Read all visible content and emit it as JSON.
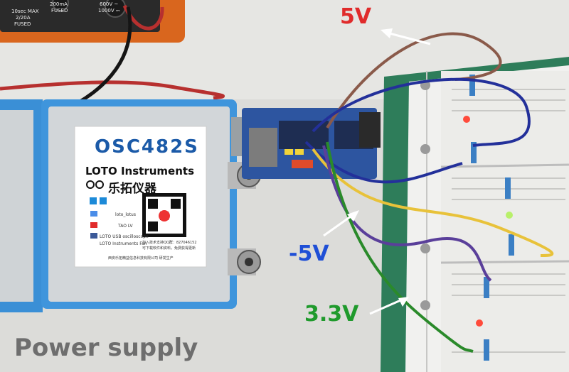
{
  "annotations": {
    "v5": "5V",
    "v_neg5": "-5V",
    "v3_3": "3.3V",
    "caption": "Power supply"
  },
  "oscilloscope": {
    "model": "OSC482S",
    "brand": "LOTO Instruments",
    "brand_cn": "乐拓仪器",
    "social": {
      "weibo": "loto_lotus",
      "youtube": "TAO LV",
      "facebook": "LOTO USB oscilloscope",
      "facebook_page": "LOTO Instruments Fan"
    },
    "qr_note_1": "加入技术支持QQ群：827046152",
    "qr_note_2": "可下载软件和资料，免费获得更新",
    "maker": "西安乐拓精益信息科技有限公司 研发生产"
  },
  "multimeter": {
    "left_label": "10sec MAX",
    "left_sub1": "2/20A",
    "left_sub2": "FUSED",
    "mid_label": "200mA",
    "mid_sub": "FUSED",
    "right_label": "600V ~",
    "right_sub": "1000V ⎓"
  },
  "colors": {
    "label_5v": "#e02b2b",
    "label_neg5v": "#1f4fd6",
    "label_3v3": "#1f9a2c",
    "caption": "#6e6e6e",
    "case_blue": "#3a8fd6",
    "board_green": "#2e7d5a",
    "wire_red": "#b7302f",
    "wire_blue": "#23309a",
    "wire_green": "#2a8a2a",
    "wire_yellow": "#e8c23a",
    "wire_purple": "#5a3f9a"
  }
}
